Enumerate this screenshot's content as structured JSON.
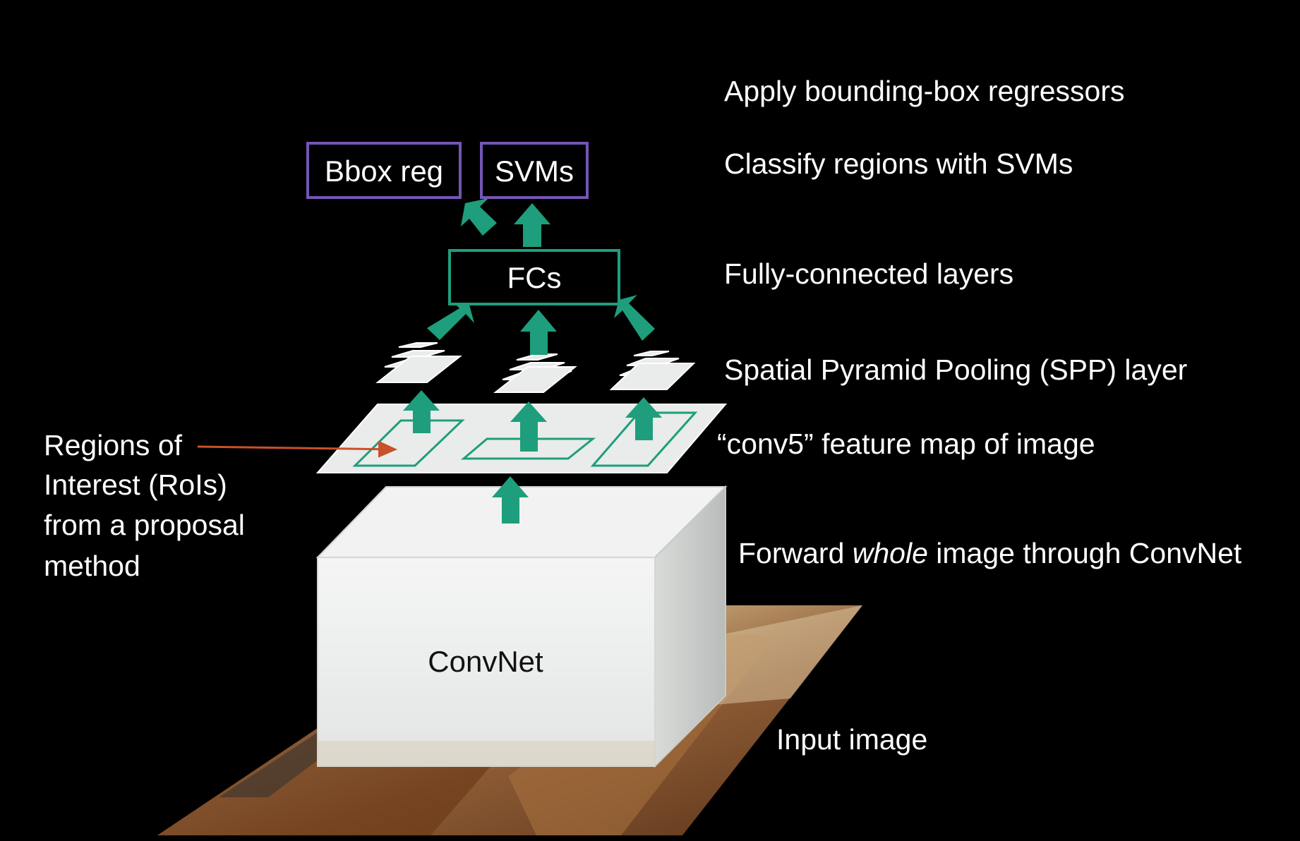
{
  "outputs": {
    "bbox_label": "Bbox reg",
    "svm_label": "SVMs"
  },
  "fc": {
    "label": "FCs"
  },
  "convnet": {
    "label": "ConvNet"
  },
  "rois_label": {
    "line1": "Regions of",
    "line2": "Interest (RoIs)",
    "line3": "from a proposal",
    "line4": "method"
  },
  "stage_labels": {
    "bbox_regressors": "Apply bounding-box regressors",
    "classify": "Classify regions with SVMs",
    "fully_connected": "Fully-connected layers",
    "spp": "Spatial Pyramid Pooling (SPP) layer",
    "conv5": "“conv5” feature map of image",
    "forward_pre": "Forward ",
    "forward_em": "whole",
    "forward_post": " image through ConvNet",
    "input": "Input image"
  },
  "colors": {
    "background": "#000000",
    "teal": "#1e9e7c",
    "purple": "#7356b6",
    "roi_arrow": "#c9512a",
    "feature_map": "#e9ecea",
    "box_face": "#f4f5f4"
  }
}
